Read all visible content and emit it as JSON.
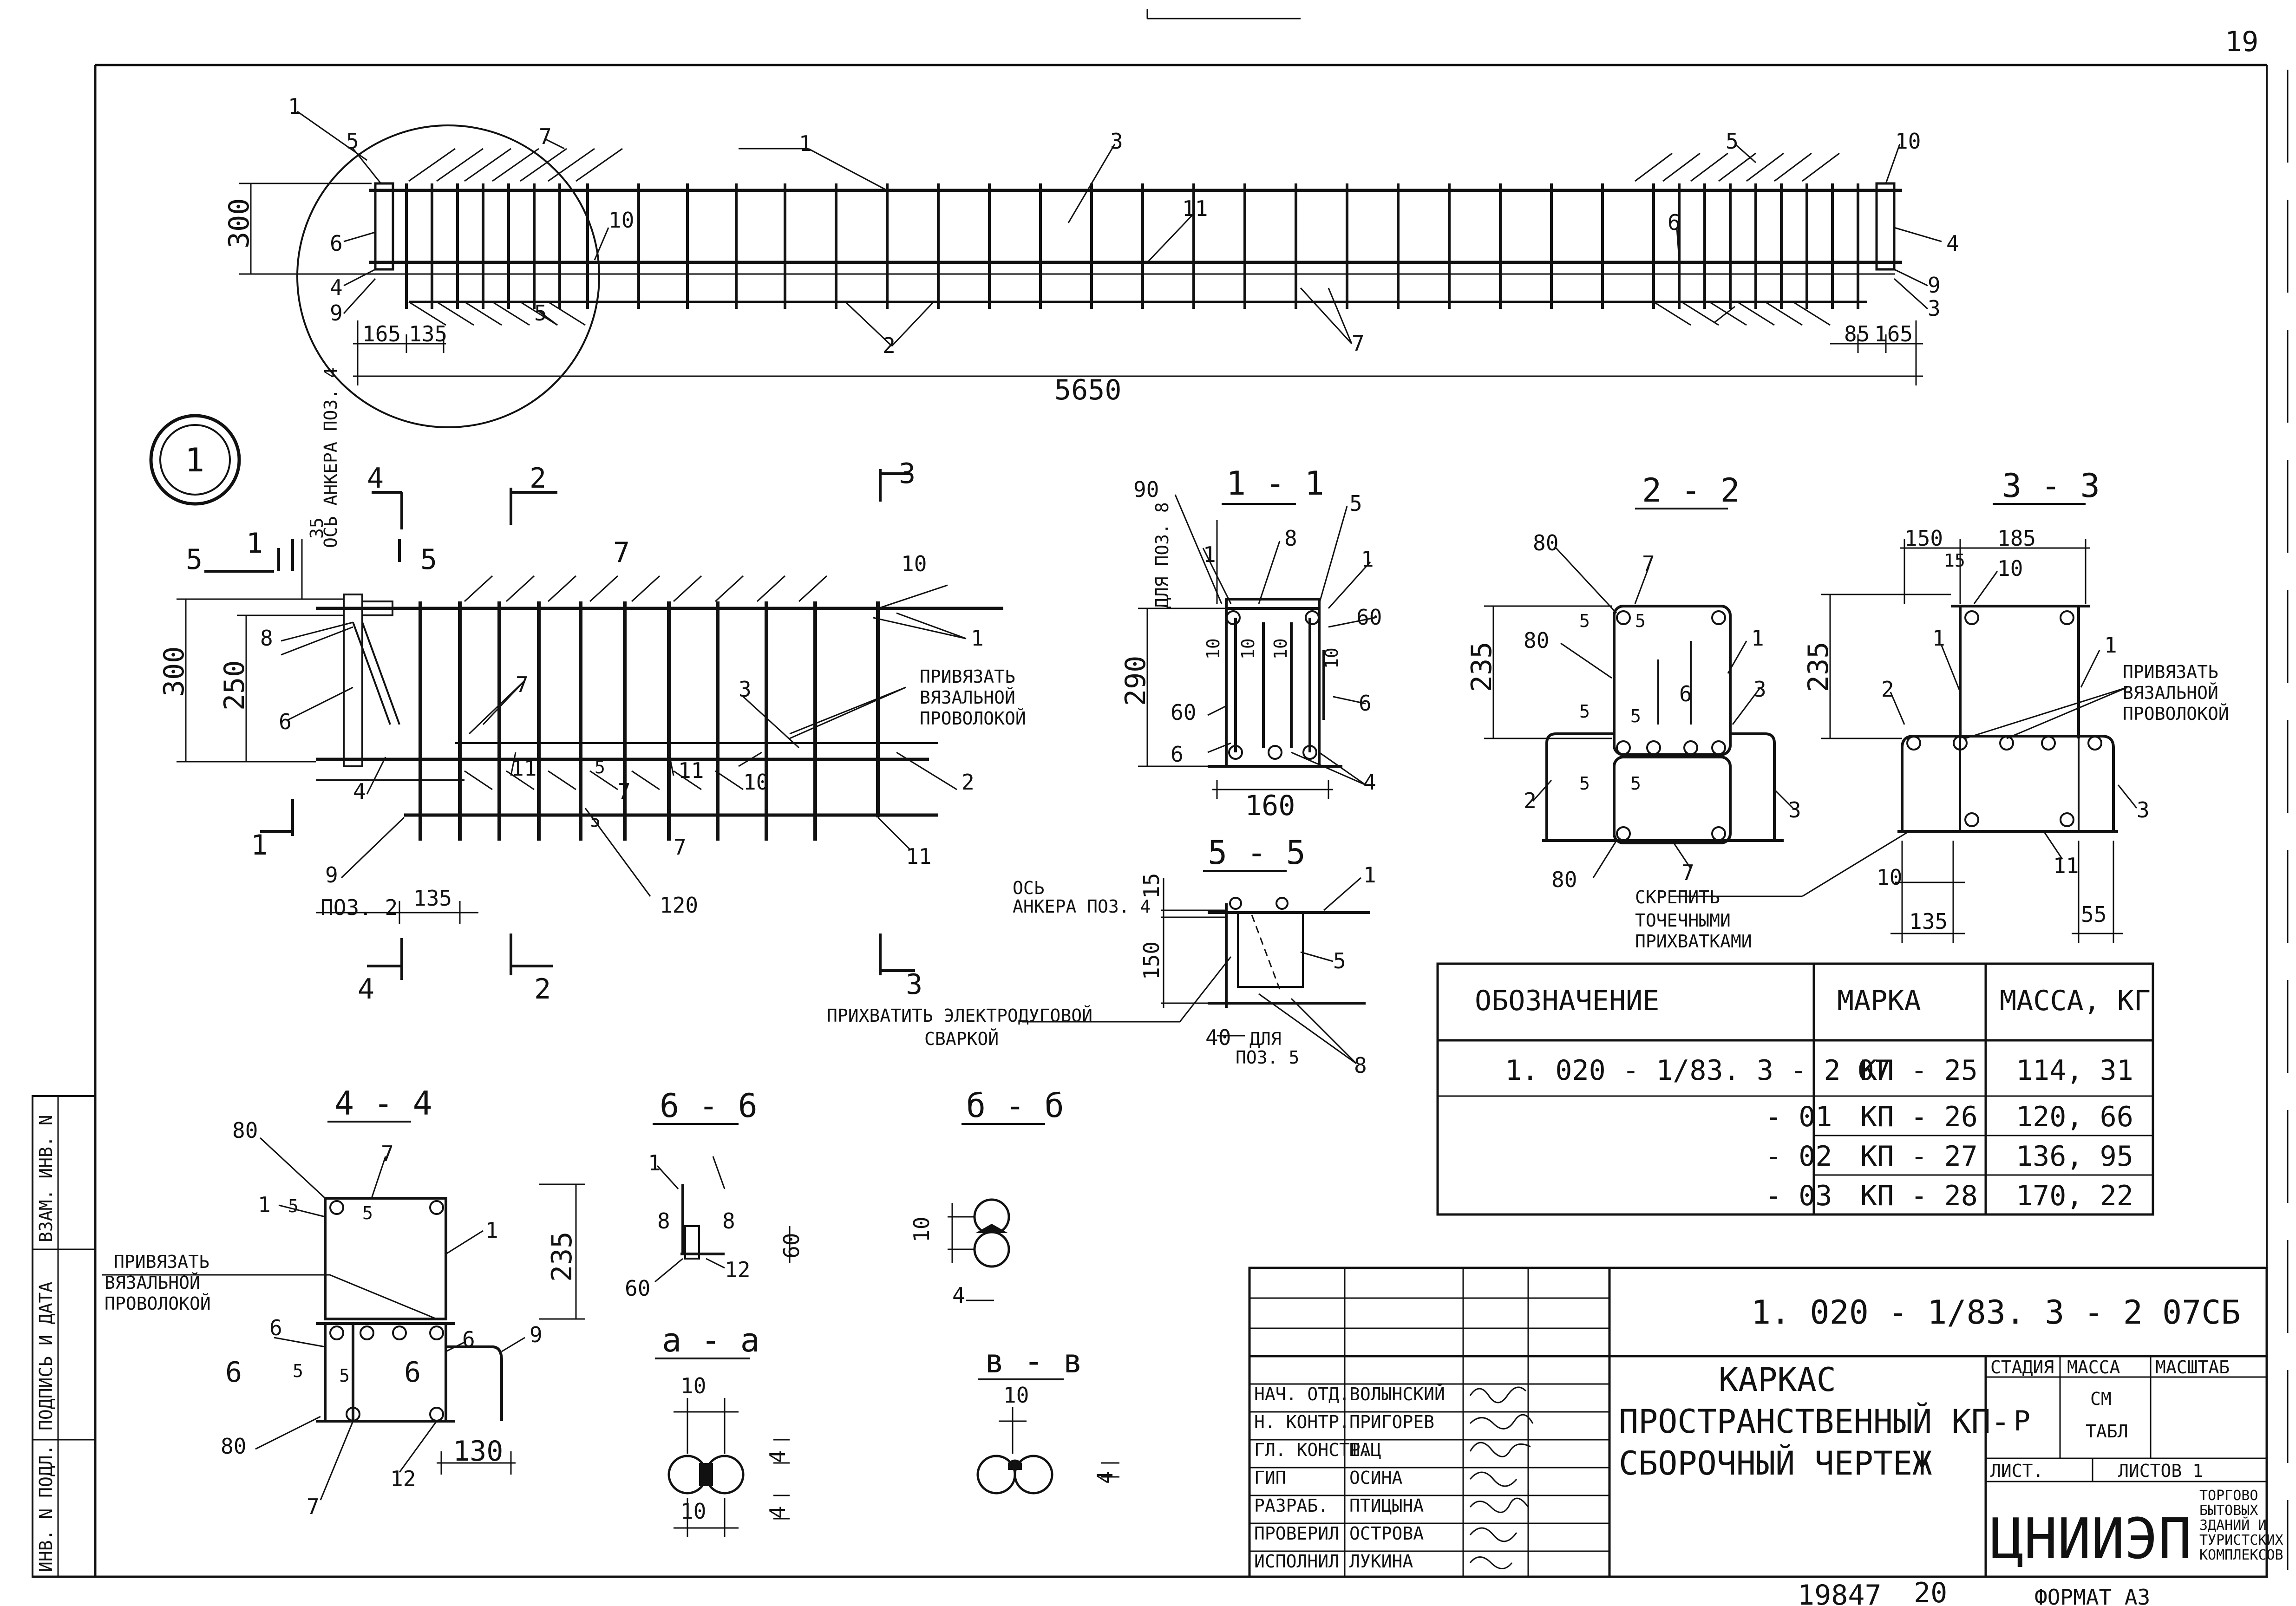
{
  "sheet": {
    "corner_number": "19",
    "bottom_numbers": [
      "19847",
      "20"
    ],
    "format_label": "ФОРМАТ А3"
  },
  "left_margin": {
    "stamps": [
      "ВЗАМ. ИНВ. N",
      "ПОДПИСЬ И ДАТА",
      "ИНВ. N ПОДЛ."
    ]
  },
  "drawing": {
    "view_number": "1",
    "elevation": {
      "dims": {
        "height": "300",
        "left_a": "165",
        "left_b": "135",
        "right_a": "85",
        "right_b": "165",
        "total": "5650"
      },
      "callouts": [
        "1",
        "5",
        "6",
        "4",
        "9",
        "7",
        "10",
        "1",
        "3",
        "11",
        "2",
        "7",
        "5",
        "10",
        "6",
        "4",
        "9",
        "3"
      ]
    },
    "detail": {
      "dims": {
        "h300": "300",
        "h250": "250",
        "d35": "35",
        "d135": "135",
        "d120": "120"
      },
      "anchor_axis_label": "ОСЬ АНКЕРА ПОЗ. 4",
      "pos2_label": "ПОЗ. 2",
      "note_tie": [
        "ПРИВЯЗАТЬ",
        "ВЯЗАЛЬНОЙ",
        "ПРОВОЛОКОЙ"
      ],
      "section_marks": [
        "1",
        "2",
        "3",
        "4",
        "5",
        "5",
        "4",
        "2",
        "3",
        "1"
      ],
      "callouts": [
        "8",
        "6",
        "4",
        "9",
        "7",
        "7",
        "11",
        "11",
        "3",
        "2",
        "10",
        "1",
        "10",
        "11",
        "7"
      ],
      "small_labels": [
        "5",
        "5"
      ]
    },
    "section_1_1": {
      "title": "1 - 1",
      "dims": {
        "d90": "90",
        "d290": "290",
        "d160": "160"
      },
      "label_for_pos8": "ДЛЯ ПОЗ. 8",
      "callouts": [
        "1",
        "8",
        "5",
        "1",
        "6",
        "4",
        "6",
        "60",
        "60"
      ],
      "weld_labels": [
        "10",
        "10",
        "10",
        "10"
      ]
    },
    "section_5_5": {
      "title": "5 - 5",
      "dims": {
        "d15": "15",
        "d150": "150",
        "d40": "40"
      },
      "anchor_axis": [
        "ОСЬ",
        "АНКЕРА ПОЗ. 4"
      ],
      "for_pos5": [
        "ДЛЯ",
        "ПОЗ. 5"
      ],
      "note_weld": [
        "ПРИХВАТИТЬ ЭЛЕКТРОДУГОВОЙ",
        "СВАРКОЙ"
      ],
      "callouts": [
        "1",
        "5",
        "8"
      ]
    },
    "section_2_2": {
      "title": "2 - 2",
      "dims": {
        "d235": "235"
      },
      "callouts": [
        "80",
        "80",
        "7",
        "6",
        "1",
        "3",
        "2",
        "3",
        "7",
        "80"
      ],
      "weld_labels": [
        "5",
        "5",
        "5",
        "5",
        "5",
        "5"
      ]
    },
    "section_3_3": {
      "title": "3 - 3",
      "dims": {
        "d150": "150",
        "d185": "185",
        "d15": "15",
        "d235": "235",
        "d10": "10",
        "d135": "135",
        "d55": "55"
      },
      "note_tie": [
        "ПРИВЯЗАТЬ",
        "ВЯЗАЛЬНОЙ",
        "ПРОВОЛОКОЙ"
      ],
      "note_tack": [
        "СКРЕПИТЬ",
        "ТОЧЕЧНЫМИ",
        "ПРИХВАТКАМИ"
      ],
      "callouts": [
        "10",
        "1",
        "1",
        "2",
        "3",
        "11"
      ]
    },
    "section_4_4": {
      "title": "4 - 4",
      "dims": {
        "d235": "235",
        "d130": "130"
      },
      "note_tie": [
        "ПРИВЯЗАТЬ",
        "ВЯЗАЛЬНОЙ",
        "ПРОВОЛОКОЙ"
      ],
      "callouts": [
        "80",
        "7",
        "1",
        "1",
        "6",
        "6",
        "9",
        "80",
        "7",
        "12",
        "6",
        "6"
      ],
      "weld_labels": [
        "5",
        "5",
        "5",
        "5"
      ]
    },
    "section_6_6": {
      "title": "6 - 6",
      "dims": {
        "d60": "60",
        "d60b": "60"
      },
      "callouts": [
        "1",
        "8",
        "8",
        "12"
      ]
    },
    "section_b_b": {
      "title": "б - б",
      "dims": {
        "d10": "10",
        "d4": "4"
      }
    },
    "section_a_a": {
      "title": "а - а",
      "dims": {
        "d10": "10",
        "d10b": "10",
        "d4": "4",
        "d4b": "4"
      }
    },
    "section_v_v": {
      "title": "в - в",
      "dims": {
        "d10": "10",
        "d4": "4"
      }
    }
  },
  "spec_table": {
    "headers": [
      "ОБОЗНАЧЕНИЕ",
      "МАРКА",
      "МАССА, КГ"
    ],
    "rows": [
      {
        "designation": "1. 020 - 1/83. 3 - 2 07",
        "mark": "КП - 25",
        "mass": "114, 31"
      },
      {
        "designation": "- 01",
        "mark": "КП - 26",
        "mass": "120, 66"
      },
      {
        "designation": "- 02",
        "mark": "КП - 27",
        "mass": "136, 95"
      },
      {
        "designation": "- 03",
        "mark": "КП - 28",
        "mass": "170, 22"
      }
    ]
  },
  "title_block": {
    "doc_code": "1. 020 - 1/83. 3 - 2 07СБ",
    "title_lines": [
      "КАРКАС",
      "ПРОСТРАНСТВЕННЫЙ КП-",
      "СБОРОЧНЫЙ ЧЕРТЕЖ"
    ],
    "stage_header": "СТАДИЯ",
    "mass_header": "МАССА",
    "scale_header": "МАСШТАБ",
    "stage_value": "Р",
    "mass_value": [
      "СМ",
      "ТАБЛ"
    ],
    "sheet_label": "ЛИСТ.",
    "sheets_label": "ЛИСТОВ 1",
    "org_logo": "ЦНИИЭП",
    "org_text": [
      "ТОРГОВО",
      "БЫТОВЫХ",
      "ЗДАНИЙ И",
      "ТУРИСТСКИХ",
      "КОМПЛЕКСОВ"
    ],
    "staff": [
      {
        "role": "НАЧ. ОТД.",
        "name": "ВОЛЫНСКИЙ"
      },
      {
        "role": "Н. КОНТР.",
        "name": "ПРИГОРЕВ"
      },
      {
        "role": "ГЛ. КОНСТР.",
        "name": "ШАЦ"
      },
      {
        "role": "ГИП",
        "name": "ОСИНА"
      },
      {
        "role": "РАЗРАБ.",
        "name": "ПТИЦЫНА"
      },
      {
        "role": "ПРОВЕРИЛ",
        "name": "ОСТРОВА"
      },
      {
        "role": "ИСПОЛНИЛ",
        "name": "ЛУКИНА"
      }
    ]
  }
}
